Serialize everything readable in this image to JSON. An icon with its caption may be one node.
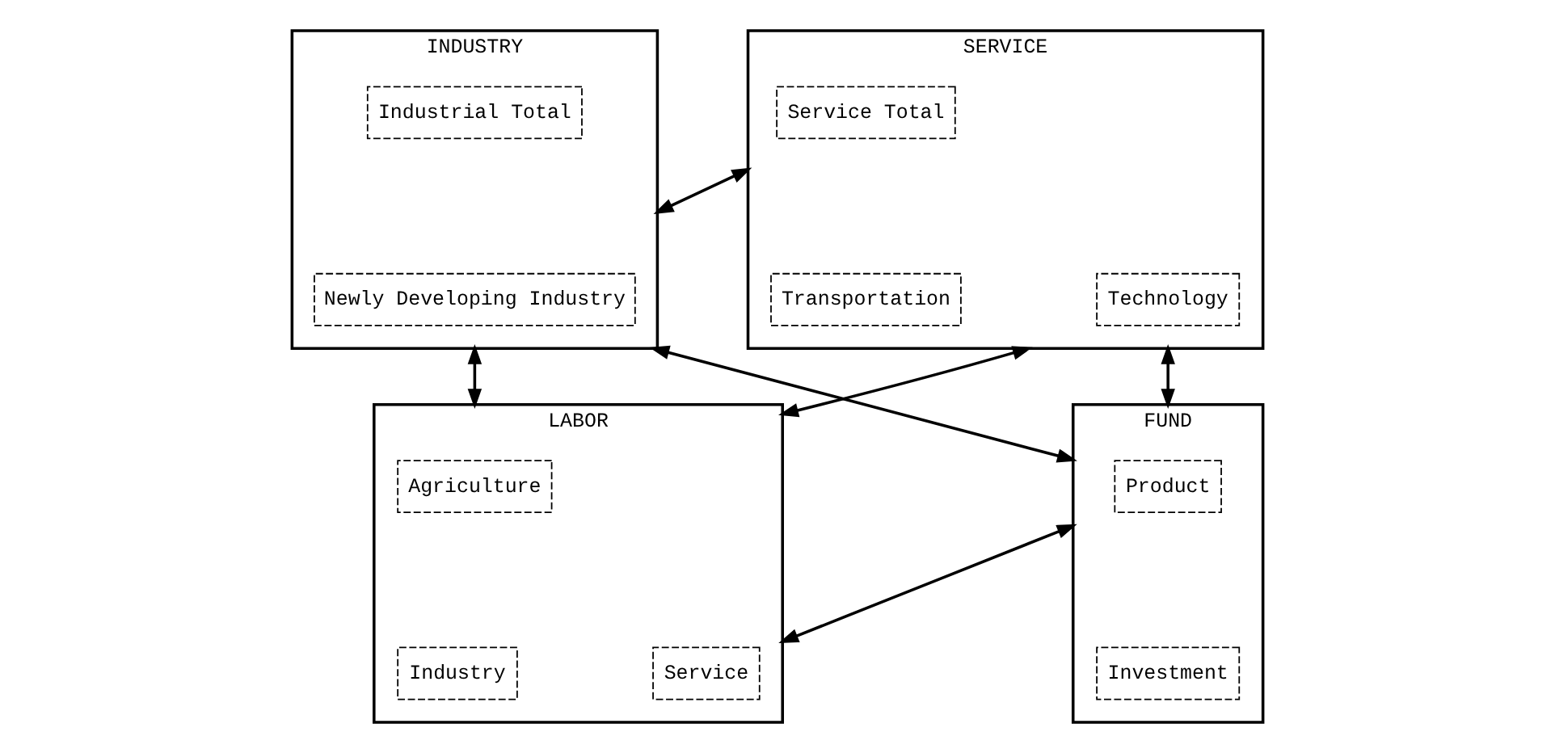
{
  "diagram": {
    "nodes": [
      {
        "text": [
          "INDUSTRY"
        ]
      },
      {
        "text": [
          "Industrial Total"
        ],
        "in": 0
      },
      {
        "text": [
          "Newly Developing Industry"
        ],
        "in": 0
      },
      {
        "text": [
          "SERVICE"
        ]
      },
      {
        "text": [
          "Service Total"
        ],
        "in": 3
      },
      {
        "text": [
          "Transportation"
        ],
        "in": 3
      },
      {
        "text": [
          "Technology"
        ],
        "in": 3
      },
      {
        "text": [
          "LABOR"
        ]
      },
      {
        "text": [
          "Agriculture"
        ],
        "in": 7
      },
      {
        "text": [
          "Industry"
        ],
        "in": 7
      },
      {
        "text": [
          "Service"
        ],
        "in": 7
      },
      {
        "text": [
          "FUND"
        ]
      },
      {
        "text": [
          "Product"
        ],
        "in": 11
      },
      {
        "text": [
          "Investment"
        ],
        "in": 11
      }
    ],
    "edges": [
      {
        "from": 0,
        "to": 3,
        "arrow": "both"
      },
      {
        "from": 0,
        "to": 7,
        "arrow": "both"
      },
      {
        "from": 3,
        "to": 11,
        "arrow": "both"
      },
      {
        "from": 0,
        "to": 11,
        "arrow": "both"
      },
      {
        "from": 3,
        "to": 7,
        "arrow": "both"
      },
      {
        "from": 7,
        "to": 11,
        "arrow": "both"
      }
    ]
  }
}
